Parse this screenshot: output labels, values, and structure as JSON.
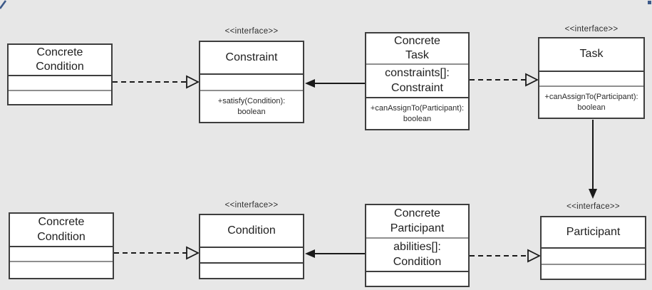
{
  "diagram": {
    "kind": "uml-class-diagram",
    "stereotype_label": "<<interface>>",
    "colors": {
      "background": "#e7e7e7",
      "box_fill": "#ffffff",
      "box_border": "#3e3e3e",
      "divider_gray": "#8f8f8f",
      "line": "#1a1a1a",
      "corner_accent": "#3d5a8a"
    }
  },
  "classes": {
    "concrete_condition_top": {
      "title": "Concrete\nCondition",
      "attributes": "",
      "methods": ""
    },
    "constraint": {
      "stereotype": "<<interface>>",
      "title": "Constraint",
      "attributes": "",
      "methods": "+satisfy(Condition):\nboolean"
    },
    "concrete_task": {
      "title": "Concrete\nTask",
      "attributes": "constraints[]:\nConstraint",
      "methods": "+canAssignTo(Participant):\nboolean"
    },
    "task": {
      "stereotype": "<<interface>>",
      "title": "Task",
      "attributes": "",
      "methods": "+canAssignTo(Participant):\nboolean"
    },
    "concrete_condition_bottom": {
      "title": "Concrete\nCondition",
      "attributes": "",
      "methods": ""
    },
    "condition": {
      "stereotype": "<<interface>>",
      "title": "Condition",
      "attributes": "",
      "methods": ""
    },
    "concrete_participant": {
      "title": "Concrete\nParticipant",
      "attributes": "abilities[]:\nCondition",
      "methods": ""
    },
    "participant": {
      "stereotype": "<<interface>>",
      "title": "Participant",
      "attributes": "",
      "methods": ""
    }
  },
  "relationships": [
    {
      "type": "realization",
      "from": "Concrete Condition (top)",
      "to": "Constraint",
      "style": "dashed, hollow triangle"
    },
    {
      "type": "association",
      "from": "Concrete Task",
      "to": "Constraint",
      "style": "solid, filled arrow"
    },
    {
      "type": "realization",
      "from": "Concrete Task",
      "to": "Task",
      "style": "dashed, hollow triangle"
    },
    {
      "type": "association",
      "from": "Task",
      "to": "Participant",
      "style": "solid, filled arrow"
    },
    {
      "type": "realization",
      "from": "Concrete Condition (bottom)",
      "to": "Condition",
      "style": "dashed, hollow triangle"
    },
    {
      "type": "association",
      "from": "Concrete Participant",
      "to": "Condition",
      "style": "solid, filled arrow"
    },
    {
      "type": "realization",
      "from": "Concrete Participant",
      "to": "Participant",
      "style": "dashed, hollow triangle"
    }
  ]
}
